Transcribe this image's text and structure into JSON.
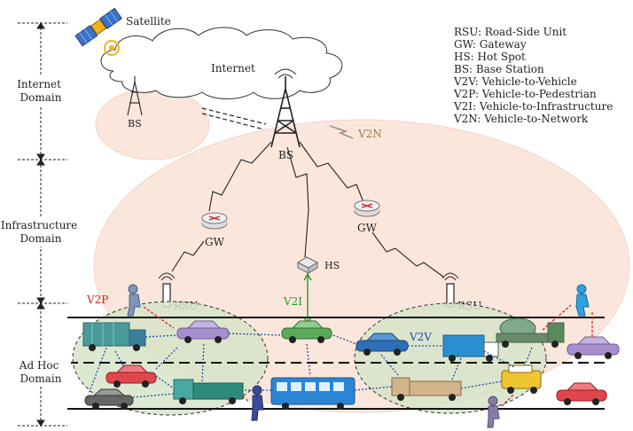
{
  "domains": {
    "internet": [
      "Internet",
      "Domain"
    ],
    "infrastructure": [
      "Infrastructure",
      "Domain"
    ],
    "adhoc": [
      "Ad Hoc",
      "Domain"
    ]
  },
  "labels": {
    "satellite": "Satellite",
    "internet_cloud": "Internet",
    "bs_small": "BS",
    "bs_main": "BS",
    "gw_left": "GW",
    "gw_right": "GW",
    "hs": "HS",
    "rsu_left": "RSU",
    "rsu_right": "RSU",
    "v2p": "V2P",
    "v2i": "V2I",
    "v2v": "V2V",
    "v2n": "V2N"
  },
  "legend": [
    "RSU: Road-Side Unit",
    "GW: Gateway",
    "HS: Hot Spot",
    "BS: Base Station",
    "V2V: Vehicle-to-Vehicle",
    "V2P: Vehicle-to-Pedestrian",
    "V2I: Vehicle-to-Infrastructure",
    "V2N: Vehicle-to-Network"
  ],
  "colors": {
    "v2p": "#d92020",
    "v2i": "#1e9a1e",
    "v2v": "#1f4fa8",
    "v2n": "#a0783c",
    "coverage": "#fbe6dc",
    "adhoc_cluster": "#d6e4c8"
  }
}
